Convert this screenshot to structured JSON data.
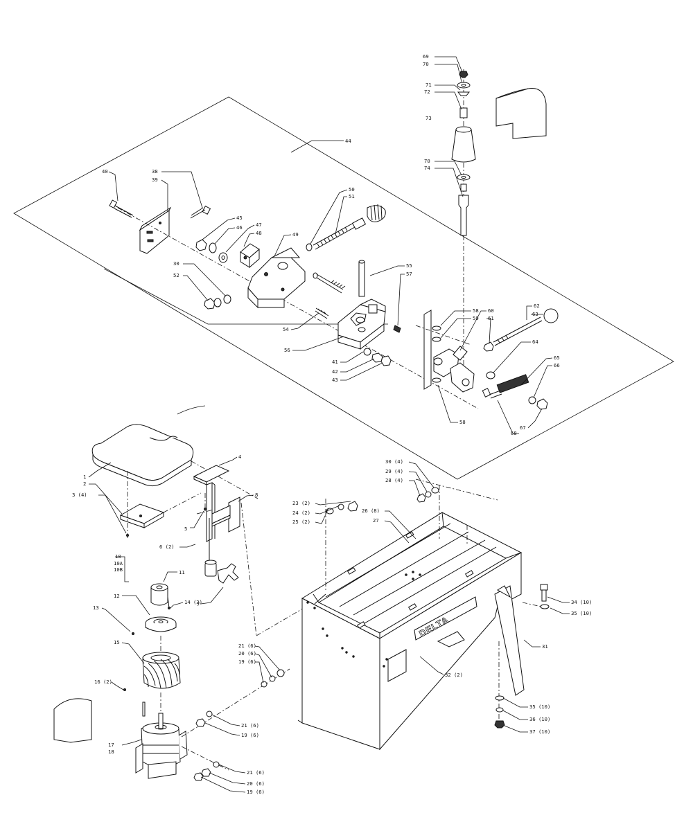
{
  "brand_text": "DELTA",
  "callouts": [
    {
      "id": "c69",
      "text": "69"
    },
    {
      "id": "c70a",
      "text": "70"
    },
    {
      "id": "c71",
      "text": "71"
    },
    {
      "id": "c72",
      "text": "72"
    },
    {
      "id": "c73",
      "text": "73"
    },
    {
      "id": "c70b",
      "text": "70"
    },
    {
      "id": "c74",
      "text": "74"
    },
    {
      "id": "c44",
      "text": "44"
    },
    {
      "id": "c40",
      "text": "40"
    },
    {
      "id": "c38",
      "text": "38"
    },
    {
      "id": "c39",
      "text": "39"
    },
    {
      "id": "c50",
      "text": "50"
    },
    {
      "id": "c51",
      "text": "51"
    },
    {
      "id": "c45",
      "text": "45"
    },
    {
      "id": "c46",
      "text": "46"
    },
    {
      "id": "c47",
      "text": "47"
    },
    {
      "id": "c48",
      "text": "48"
    },
    {
      "id": "c49",
      "text": "49"
    },
    {
      "id": "c55",
      "text": "55"
    },
    {
      "id": "c57",
      "text": "57"
    },
    {
      "id": "c30a",
      "text": "30"
    },
    {
      "id": "c52",
      "text": "52"
    },
    {
      "id": "c58a",
      "text": "58"
    },
    {
      "id": "c59",
      "text": "59"
    },
    {
      "id": "c60",
      "text": "60"
    },
    {
      "id": "c61",
      "text": "61"
    },
    {
      "id": "c62",
      "text": "62"
    },
    {
      "id": "c63",
      "text": "63"
    },
    {
      "id": "c54",
      "text": "54"
    },
    {
      "id": "c56",
      "text": "56"
    },
    {
      "id": "c64",
      "text": "64"
    },
    {
      "id": "c41",
      "text": "41"
    },
    {
      "id": "c42",
      "text": "42"
    },
    {
      "id": "c43",
      "text": "43"
    },
    {
      "id": "c65",
      "text": "65"
    },
    {
      "id": "c66",
      "text": "66"
    },
    {
      "id": "c67",
      "text": "67"
    },
    {
      "id": "c68",
      "text": "68"
    },
    {
      "id": "c58b",
      "text": "58"
    },
    {
      "id": "c4",
      "text": "4"
    },
    {
      "id": "c1",
      "text": "1"
    },
    {
      "id": "c2",
      "text": "2"
    },
    {
      "id": "c3",
      "text": "3 (4)"
    },
    {
      "id": "c8",
      "text": "8"
    },
    {
      "id": "c5",
      "text": "5"
    },
    {
      "id": "c6",
      "text": "6 (2)"
    },
    {
      "id": "c30b",
      "text": "30 (4)"
    },
    {
      "id": "c29",
      "text": "29 (4)"
    },
    {
      "id": "c28",
      "text": "28 (4)"
    },
    {
      "id": "c23",
      "text": "23 (2)"
    },
    {
      "id": "c24",
      "text": "24 (2)"
    },
    {
      "id": "c25",
      "text": "25 (2)"
    },
    {
      "id": "c26",
      "text": "26 (8)"
    },
    {
      "id": "c27",
      "text": "27"
    },
    {
      "id": "c10",
      "text": "10"
    },
    {
      "id": "c10a",
      "text": "10A"
    },
    {
      "id": "c10b",
      "text": "10B"
    },
    {
      "id": "c11",
      "text": "11"
    },
    {
      "id": "c7",
      "text": "7"
    },
    {
      "id": "c12",
      "text": "12"
    },
    {
      "id": "c14",
      "text": "14 (3)"
    },
    {
      "id": "c13",
      "text": "13"
    },
    {
      "id": "c34",
      "text": "34 (10)"
    },
    {
      "id": "c35a",
      "text": "35 (10)"
    },
    {
      "id": "c31",
      "text": "31"
    },
    {
      "id": "c15",
      "text": "15"
    },
    {
      "id": "c21a",
      "text": "21 (6)"
    },
    {
      "id": "c20a",
      "text": "20 (6)"
    },
    {
      "id": "c19a",
      "text": "19 (6)"
    },
    {
      "id": "c32",
      "text": "32 (2)"
    },
    {
      "id": "c16",
      "text": "16 (2)"
    },
    {
      "id": "c35b",
      "text": "35 (10)"
    },
    {
      "id": "c36",
      "text": "36 (10)"
    },
    {
      "id": "c37",
      "text": "37 (10)"
    },
    {
      "id": "c21b",
      "text": "21 (6)"
    },
    {
      "id": "c19b",
      "text": "19 (6)"
    },
    {
      "id": "c17",
      "text": "17"
    },
    {
      "id": "c18",
      "text": "18"
    },
    {
      "id": "c21c",
      "text": "21 (6)"
    },
    {
      "id": "c20b",
      "text": "20 (6)"
    },
    {
      "id": "c19c",
      "text": "19 (6)"
    }
  ]
}
